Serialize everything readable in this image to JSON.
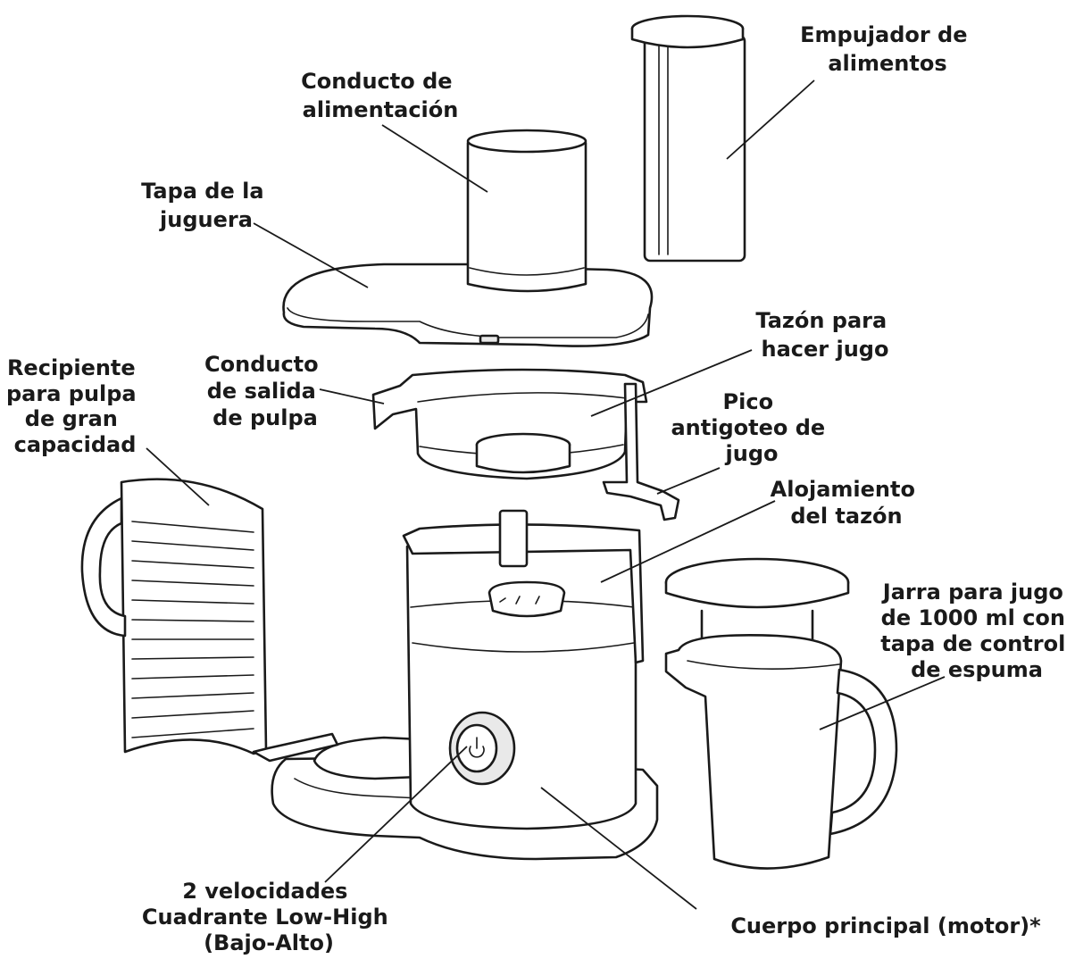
{
  "labels": {
    "feed_tube": [
      "Conducto de",
      "alimentación"
    ],
    "food_pusher": [
      "Empujador de",
      "alimentos"
    ],
    "lid": [
      "Tapa de la",
      "juguera"
    ],
    "juicing_bowl": [
      "Tazón para",
      "hacer jugo"
    ],
    "pulp_outlet": [
      "Conducto",
      "de salida",
      "de pulpa"
    ],
    "pulp_container": [
      "Recipiente",
      "para pulpa",
      "de gran",
      "capacidad"
    ],
    "drip_spout": [
      "Pico",
      "antigoteo de",
      "jugo"
    ],
    "bowl_housing": [
      "Alojamiento",
      "del tazón"
    ],
    "pitcher": [
      "Jarra para jugo",
      "de 1000 ml con",
      "tapa de control",
      "de espuma"
    ],
    "speed_dial": [
      "2 velocidades",
      "Cuadrante Low-High",
      "(Bajo-Alto)"
    ],
    "motor_base": [
      "Cuerpo principal (motor)*"
    ]
  },
  "icons": {
    "power": "power-icon"
  },
  "colors": {
    "ink": "#1a1a1a",
    "paper": "#ffffff"
  }
}
